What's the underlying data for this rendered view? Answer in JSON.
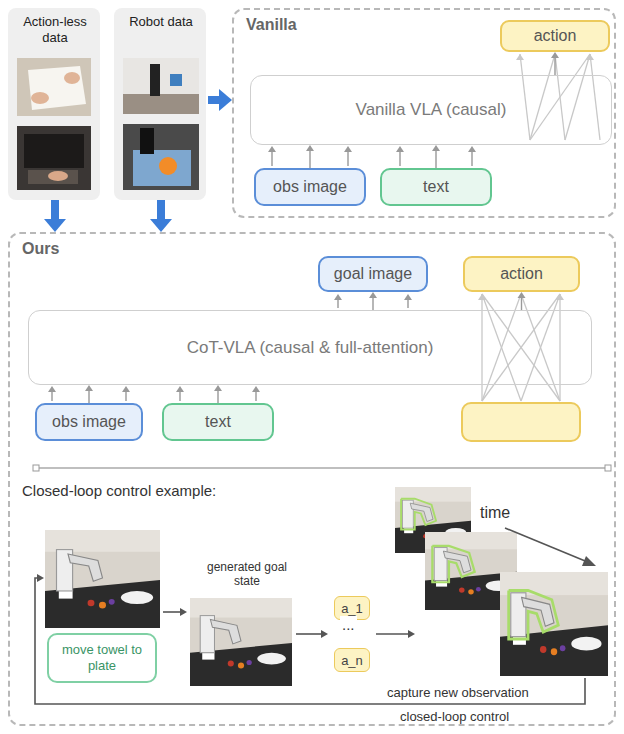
{
  "diagram": {
    "nodes": [
      {
        "text": [
          "Action-less data"
        ]
      },
      {
        "text": [
          "Robot data"
        ]
      },
      {
        "text": [
          "Vanilla"
        ]
      },
      {
        "text": [
          "action"
        ],
        "in": 2
      },
      {
        "text": [
          "Vanilla VLA (causal)"
        ],
        "in": 2
      },
      {
        "text": [
          "obs image"
        ],
        "in": 2
      },
      {
        "text": [
          "text"
        ],
        "in": 2
      },
      {
        "text": [
          "Ours"
        ]
      },
      {
        "text": [
          "goal image"
        ],
        "in": 7
      },
      {
        "text": [
          "action"
        ],
        "in": 7
      },
      {
        "text": [
          "CoT-VLA (causal & full-attention)"
        ],
        "in": 7
      },
      {
        "text": [
          "obs image"
        ],
        "in": 7
      },
      {
        "text": [
          "text"
        ],
        "in": 7
      },
      {
        "text": [
          "move towel to plate"
        ],
        "in": 7
      },
      {
        "text": [
          "a_1"
        ],
        "in": 7
      },
      {
        "text": [
          "a_n"
        ],
        "in": 7
      }
    ],
    "edges": [
      {
        "from": 0,
        "to": 7,
        "arrow": "to"
      },
      {
        "from": 1,
        "to": 7,
        "arrow": "to"
      },
      {
        "from": 1,
        "to": 2,
        "arrow": "to"
      },
      {
        "from": 5,
        "to": 4,
        "arrow": "to"
      },
      {
        "from": 6,
        "to": 4,
        "arrow": "to"
      },
      {
        "from": 4,
        "to": 3,
        "arrow": "to"
      },
      {
        "from": 11,
        "to": 10,
        "arrow": "to"
      },
      {
        "from": 12,
        "to": 10,
        "arrow": "to"
      },
      {
        "from": 10,
        "to": 8,
        "arrow": "to"
      },
      {
        "from": 10,
        "to": 9,
        "arrow": "to"
      }
    ],
    "labels": [
      "Closed-loop control example:",
      "generated goal state",
      "...",
      "time",
      "capture new observation",
      "closed-loop control"
    ]
  }
}
